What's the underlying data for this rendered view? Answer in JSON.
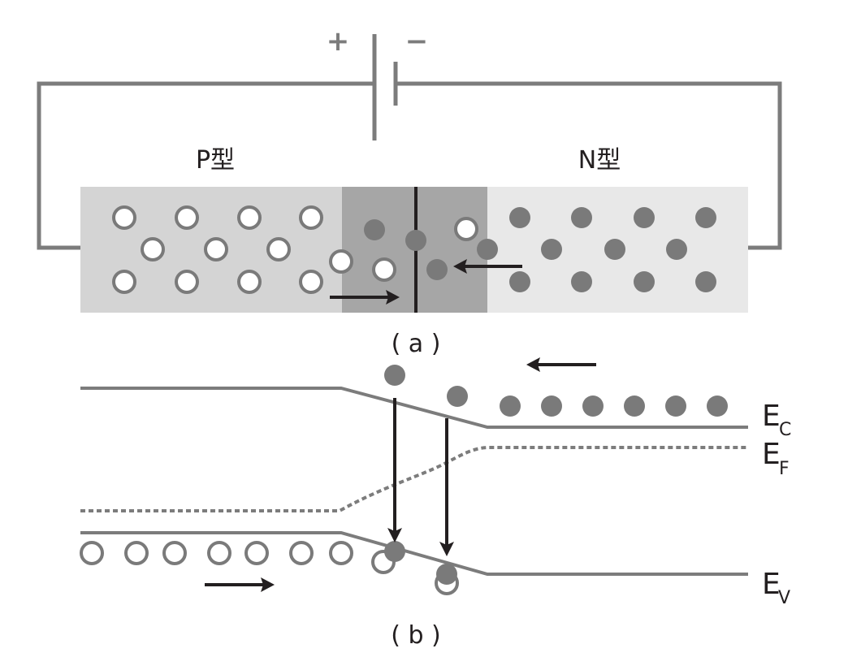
{
  "figure": {
    "battery": {
      "plus_label": "+",
      "minus_label": "−"
    },
    "panel_a": {
      "caption": "( a )",
      "p_label": "P型",
      "n_label": "N型",
      "colors": {
        "p_region": "#d4d4d4",
        "depletion": "#a6a6a6",
        "n_region": "#e8e8e8",
        "wire": "#7c7c7c",
        "carrier": "#7a7a7a",
        "arrow": "#231f20"
      }
    },
    "panel_b": {
      "caption": "( b )",
      "levels": [
        {
          "id": "ec",
          "main": "E",
          "sub": "C"
        },
        {
          "id": "ef",
          "main": "E",
          "sub": "F"
        },
        {
          "id": "ev",
          "main": "E",
          "sub": "V"
        }
      ]
    }
  },
  "legend_semantics": {
    "hollow_circle": "hole",
    "filled_circle": "electron"
  }
}
